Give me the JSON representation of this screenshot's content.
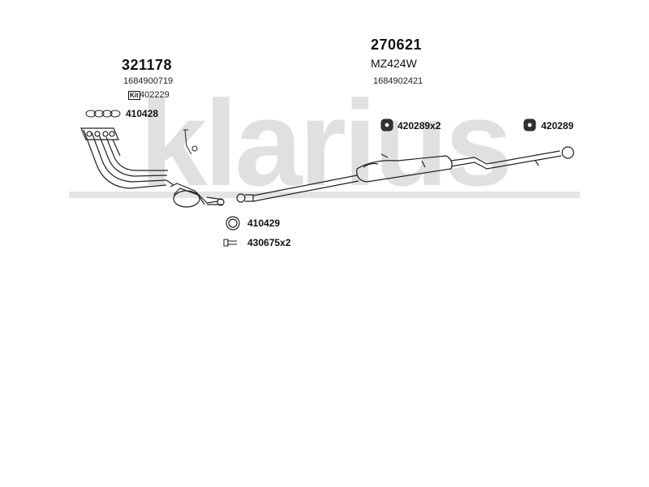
{
  "watermark": {
    "brand": "klarius"
  },
  "front_section": {
    "part_number": "321178",
    "oe_number": "1684900719",
    "kit_badge": "Kit",
    "kit_number": "402229",
    "gasket_label": "410428"
  },
  "rear_section": {
    "part_number": "270621",
    "model_code": "MZ424W",
    "oe_number": "1684902421"
  },
  "fittings": {
    "rubber_mount_1": "420289x2",
    "rubber_mount_2": "420289",
    "ring_gasket": "410429",
    "bolt": "430675x2"
  },
  "colors": {
    "watermark": "#dcdcdc",
    "line": "#222222",
    "background": "#ffffff"
  }
}
